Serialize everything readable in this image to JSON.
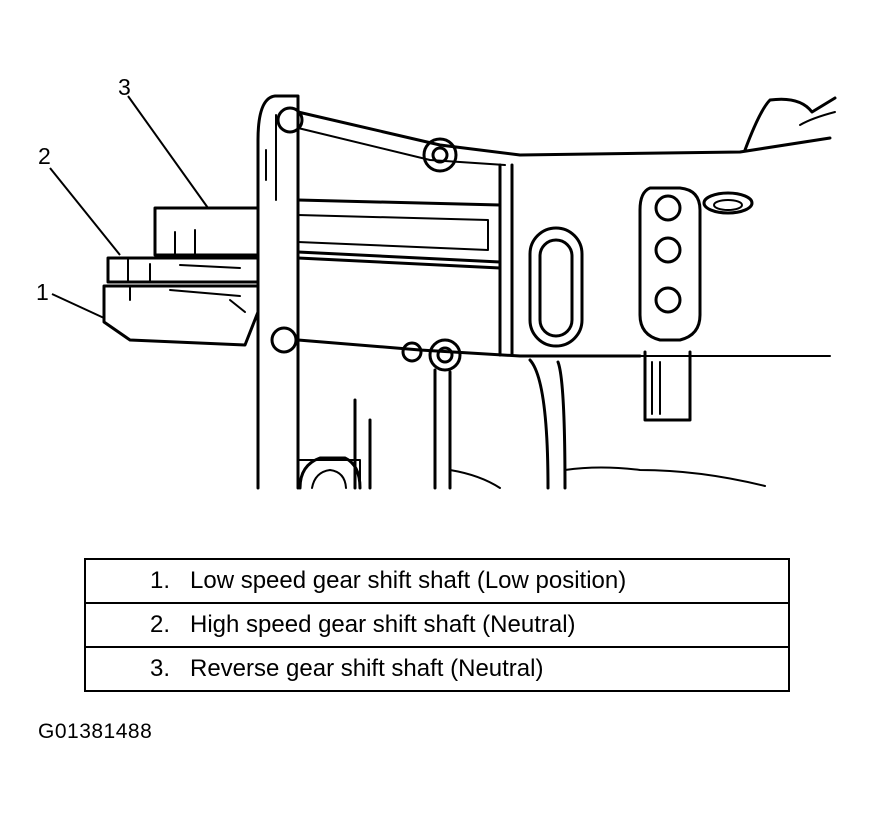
{
  "callouts": {
    "c1": "1",
    "c2": "2",
    "c3": "3"
  },
  "legend": {
    "items": [
      {
        "num": "1",
        "text": "Low speed gear shift shaft (Low position)"
      },
      {
        "num": "2",
        "text": "High speed gear shift shaft (Neutral)"
      },
      {
        "num": "3",
        "text": "Reverse gear shift shaft (Neutral)"
      }
    ]
  },
  "figure_id": "G01381488",
  "colors": {
    "ink": "#000000",
    "background": "#ffffff"
  }
}
